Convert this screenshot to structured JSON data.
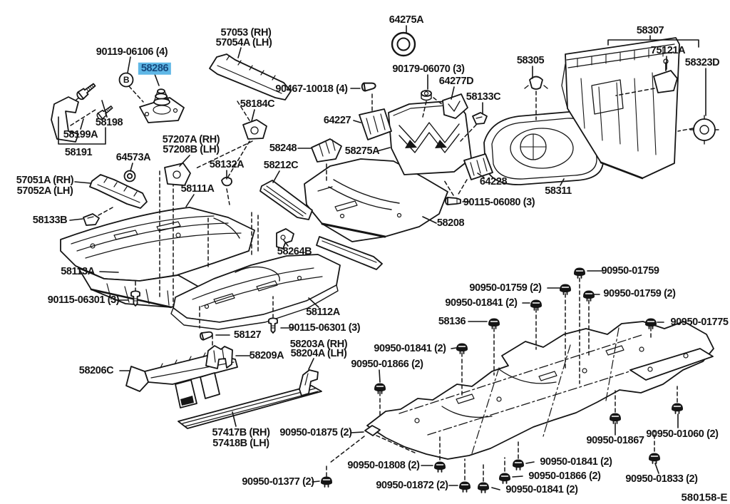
{
  "diagram": {
    "code": "580158-E",
    "type": "exploded-parts-diagram",
    "subject": "floor pan and lower back panel",
    "line_color": "#151515",
    "background_color": "#ffffff",
    "highlight": {
      "part": "58286",
      "background": "#5fb7e6",
      "text_color": "#17497e"
    }
  },
  "labels": [
    {
      "text": "64275A"
    },
    {
      "text": "58307"
    },
    {
      "text": "57053  (RH)"
    },
    {
      "text": "57054A (LH)"
    },
    {
      "text": "90119-06106 (4)"
    },
    {
      "text": "75121A"
    },
    {
      "text": "58305"
    },
    {
      "text": "58323D"
    },
    {
      "text": "58286"
    },
    {
      "text": "90179-06070 (3)"
    },
    {
      "text": "64277D"
    },
    {
      "text": "58133C"
    },
    {
      "text": "90467-10018 (4)"
    },
    {
      "text": "58184C"
    },
    {
      "text": "64227"
    },
    {
      "text": "58198"
    },
    {
      "text": "58199A"
    },
    {
      "text": "57207A (RH)"
    },
    {
      "text": "57208B (LH)"
    },
    {
      "text": "58191"
    },
    {
      "text": "58248"
    },
    {
      "text": "58275A"
    },
    {
      "text": "64573A"
    },
    {
      "text": "58132A"
    },
    {
      "text": "58212C"
    },
    {
      "text": "57051A (RH)"
    },
    {
      "text": "64228"
    },
    {
      "text": "57052A (LH)"
    },
    {
      "text": "58111A"
    },
    {
      "text": "58311"
    },
    {
      "text": "90115-06080 (3)"
    },
    {
      "text": "58133B"
    },
    {
      "text": "58208"
    },
    {
      "text": "58264B"
    },
    {
      "text": "58113A"
    },
    {
      "text": "90950-01759"
    },
    {
      "text": "90950-01759 (2)"
    },
    {
      "text": "90950-01759 (2)"
    },
    {
      "text": "90950-01841 (2)"
    },
    {
      "text": "90115-06301 (3)"
    },
    {
      "text": "58136"
    },
    {
      "text": "90950-01775"
    },
    {
      "text": "58112A"
    },
    {
      "text": "90115-06301 (3)"
    },
    {
      "text": "58127"
    },
    {
      "text": "58203A (RH)"
    },
    {
      "text": "58204A (LH)"
    },
    {
      "text": "90950-01841 (2)"
    },
    {
      "text": "58209A"
    },
    {
      "text": "90950-01866 (2)"
    },
    {
      "text": "58206C"
    },
    {
      "text": "57417B (RH)"
    },
    {
      "text": "90950-01875 (2)"
    },
    {
      "text": "90950-01060 (2)"
    },
    {
      "text": "57418B (LH)"
    },
    {
      "text": "90950-01867"
    },
    {
      "text": "90950-01808 (2)"
    },
    {
      "text": "90950-01841 (2)"
    },
    {
      "text": "90950-01866 (2)"
    },
    {
      "text": "90950-01833 (2)"
    },
    {
      "text": "90950-01377 (2)"
    },
    {
      "text": "90950-01872 (2)"
    },
    {
      "text": "90950-01841 (2)"
    },
    {
      "text": "580158-E"
    },
    {
      "text": "B"
    }
  ]
}
